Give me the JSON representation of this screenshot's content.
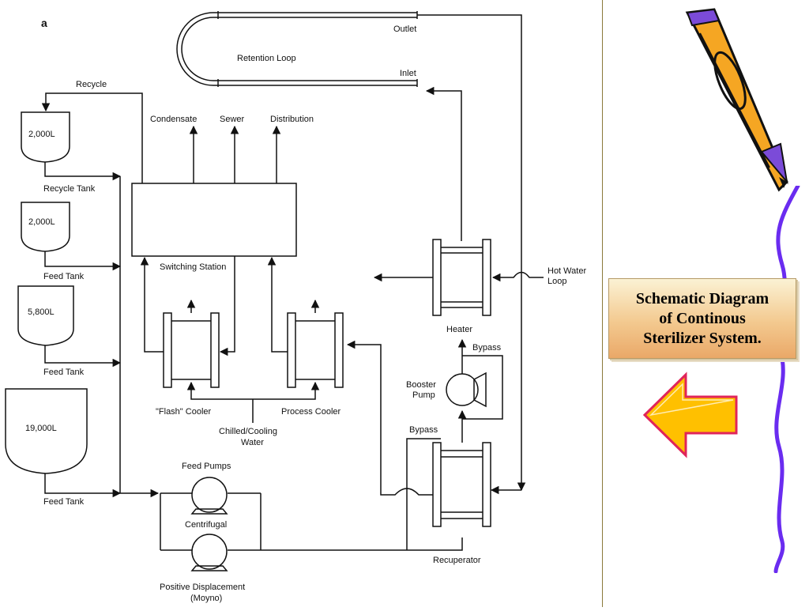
{
  "diagram": {
    "panel_letter": "a",
    "labels": {
      "outlet": "Outlet",
      "retention_loop": "Retention Loop",
      "inlet": "Inlet",
      "recycle": "Recycle",
      "condensate": "Condensate",
      "sewer": "Sewer",
      "distribution": "Distribution",
      "switching_station": "Switching Station",
      "recycle_tank": "Recycle Tank",
      "feed_tank_1": "Feed Tank",
      "feed_tank_2": "Feed Tank",
      "feed_tank_3": "Feed Tank",
      "hot_water_loop_1": "Hot Water",
      "hot_water_loop_2": "Loop",
      "heater": "Heater",
      "bypass_top": "Bypass",
      "booster_pump_1": "Booster",
      "booster_pump_2": "Pump",
      "bypass_bottom": "Bypass",
      "flash_cooler": "\"Flash\" Cooler",
      "process_cooler": "Process Cooler",
      "chilled_1": "Chilled/Cooling",
      "chilled_2": "Water",
      "feed_pumps": "Feed Pumps",
      "centrifugal": "Centrifugal",
      "positive_displacement": "Positive Displacement",
      "moyno": "(Moyno)",
      "recuperator": "Recuperator"
    },
    "tanks": [
      {
        "volume": "2,000L"
      },
      {
        "volume": "2,000L"
      },
      {
        "volume": "5,800L"
      },
      {
        "volume": "19,000L"
      }
    ]
  },
  "caption": {
    "line1": "Schematic Diagram",
    "line2": "of Continous",
    "line3": "Sterilizer System."
  },
  "colors": {
    "caption_gradient_top": "#fbf2d4",
    "caption_gradient_bottom": "#eaa868",
    "arrow_fill": "#ffc000",
    "arrow_outline": "#e0245a",
    "wavy_line": "#6a2cf0",
    "pencil_body": "#f5a623",
    "pencil_accent": "#7b4bd8"
  },
  "icons": [
    "pencil-icon",
    "left-arrow-icon",
    "wavy-line-decoration"
  ]
}
